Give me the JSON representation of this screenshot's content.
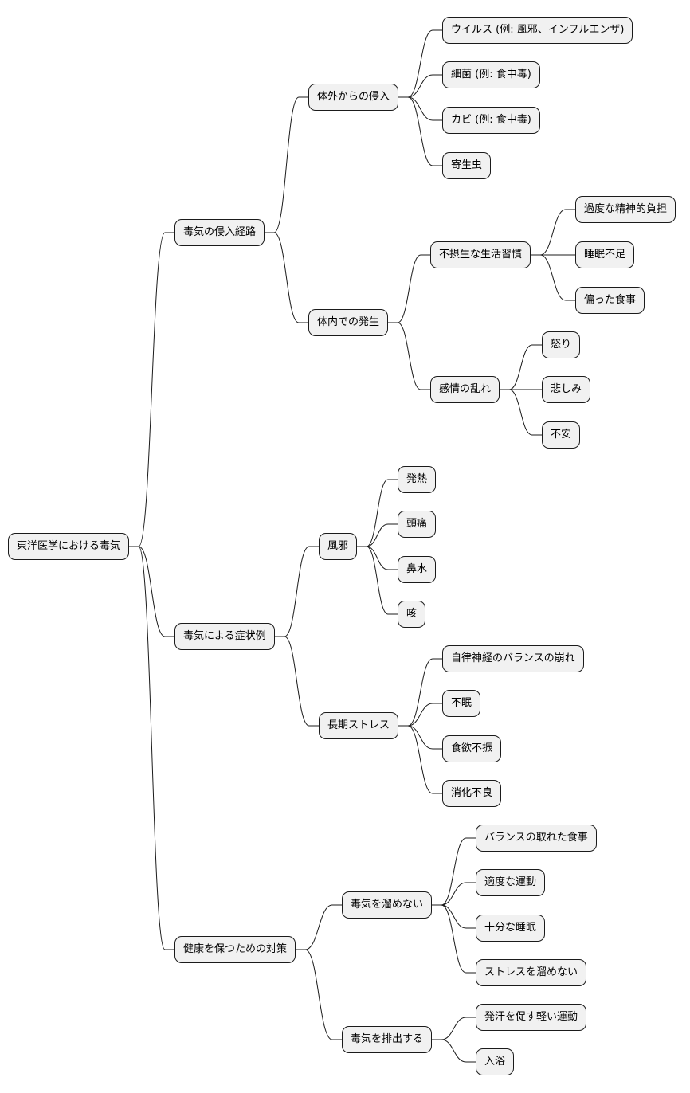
{
  "mindmap": {
    "root": "東洋医学における毒気",
    "branches": [
      {
        "label": "毒気の侵入経路",
        "children": [
          {
            "label": "体外からの侵入",
            "children": [
              {
                "label": "ウイルス (例: 風邪、インフルエンザ)"
              },
              {
                "label": "細菌 (例: 食中毒)"
              },
              {
                "label": "カビ (例: 食中毒)"
              },
              {
                "label": "寄生虫"
              }
            ]
          },
          {
            "label": "体内での発生",
            "children": [
              {
                "label": "不摂生な生活習慣",
                "children": [
                  {
                    "label": "過度な精神的負担"
                  },
                  {
                    "label": "睡眠不足"
                  },
                  {
                    "label": "偏った食事"
                  }
                ]
              },
              {
                "label": "感情の乱れ",
                "children": [
                  {
                    "label": "怒り"
                  },
                  {
                    "label": "悲しみ"
                  },
                  {
                    "label": "不安"
                  }
                ]
              }
            ]
          }
        ]
      },
      {
        "label": "毒気による症状例",
        "children": [
          {
            "label": "風邪",
            "children": [
              {
                "label": "発熱"
              },
              {
                "label": "頭痛"
              },
              {
                "label": "鼻水"
              },
              {
                "label": "咳"
              }
            ]
          },
          {
            "label": "長期ストレス",
            "children": [
              {
                "label": "自律神経のバランスの崩れ"
              },
              {
                "label": "不眠"
              },
              {
                "label": "食欲不振"
              },
              {
                "label": "消化不良"
              }
            ]
          }
        ]
      },
      {
        "label": "健康を保つための対策",
        "children": [
          {
            "label": "毒気を溜めない",
            "children": [
              {
                "label": "バランスの取れた食事"
              },
              {
                "label": "適度な運動"
              },
              {
                "label": "十分な睡眠"
              },
              {
                "label": "ストレスを溜めない"
              }
            ]
          },
          {
            "label": "毒気を排出する",
            "children": [
              {
                "label": "発汗を促す軽い運動"
              },
              {
                "label": "入浴"
              }
            ]
          }
        ]
      }
    ]
  }
}
